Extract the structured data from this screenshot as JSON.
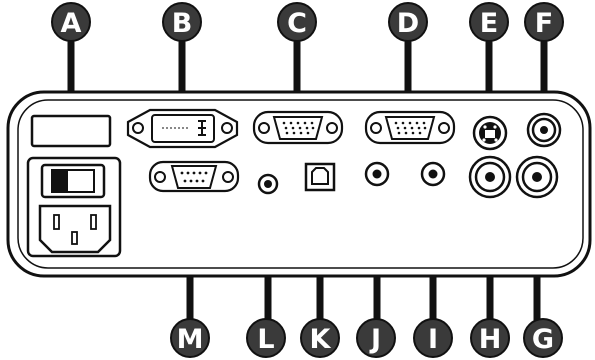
{
  "labels": {
    "a": "A",
    "b": "B",
    "c": "C",
    "d": "D",
    "e": "E",
    "f": "F",
    "g": "G",
    "h": "H",
    "i": "I",
    "j": "J",
    "k": "K",
    "l": "L",
    "m": "M"
  },
  "colors": {
    "badge_fill": "#3a3a3a",
    "badge_text": "#ffffff",
    "outline": "#111111",
    "panel": "#ffffff"
  }
}
